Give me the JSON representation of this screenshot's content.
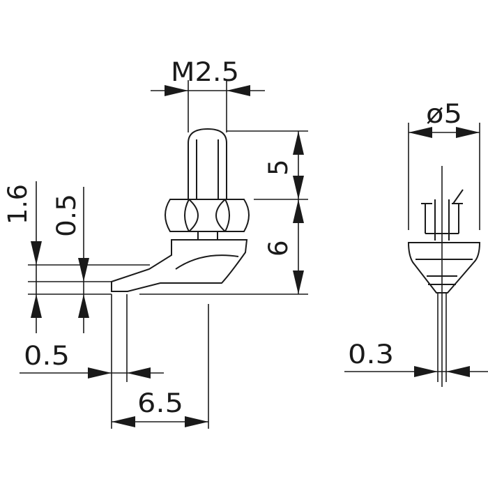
{
  "drawing": {
    "dimensions": {
      "thread": "M2.5",
      "thread_length": "5",
      "nut_to_tip": "6",
      "tip_height": "1.6",
      "tip_thickness": "0.5",
      "tip_width": "0.5",
      "reach": "6.5",
      "diameter": "ø5",
      "point": "0.3"
    }
  }
}
